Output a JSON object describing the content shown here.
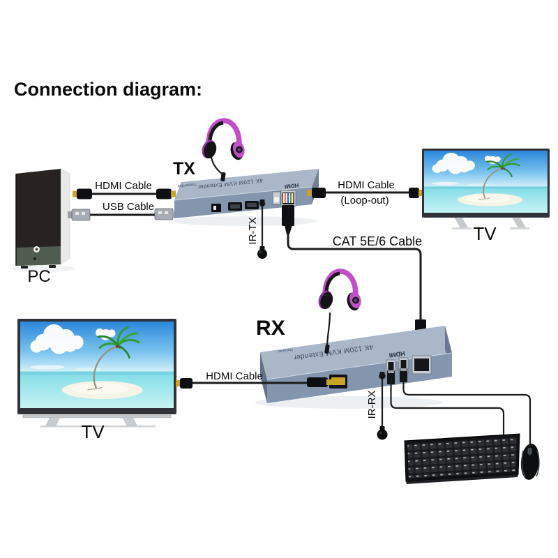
{
  "title": "Connection diagram:",
  "theme": {
    "box-top": "#a9b7c9",
    "box-front": "#8496ae",
    "box-side": "#62718a",
    "headphone": "#c24fc8",
    "cable": "#1b1b1b",
    "sky": "#2b87da",
    "sea": "#83dde8",
    "sand": "#f6f3e7",
    "palm": "#2f9d31"
  },
  "devices": {
    "tx": {
      "label": "TX",
      "top_label": "4K 120M KVM Extender",
      "side_label": "Transmitter",
      "logo": "HDMI"
    },
    "rx": {
      "label": "RX",
      "top_label": "4K 120M KVM Extender",
      "side_label": "Receiver",
      "logo": "HDMI"
    },
    "pc": {
      "label": "PC"
    },
    "tv_top": {
      "label": "TV"
    },
    "tv_bottom": {
      "label": "TV"
    }
  },
  "cables": {
    "hdmi_pc_tx": {
      "label": "HDMI Cable"
    },
    "usb_pc_tx": {
      "label": "USB Cable"
    },
    "hdmi_loopout": {
      "label": "HDMI Cable",
      "sublabel": "(Loop-out)"
    },
    "cat": {
      "label": "CAT 5E/6 Cable"
    },
    "hdmi_rx_tv": {
      "label": "HDMI Cable"
    },
    "ir_tx": {
      "label": "IR-TX"
    },
    "ir_rx": {
      "label": "IR-RX"
    }
  }
}
